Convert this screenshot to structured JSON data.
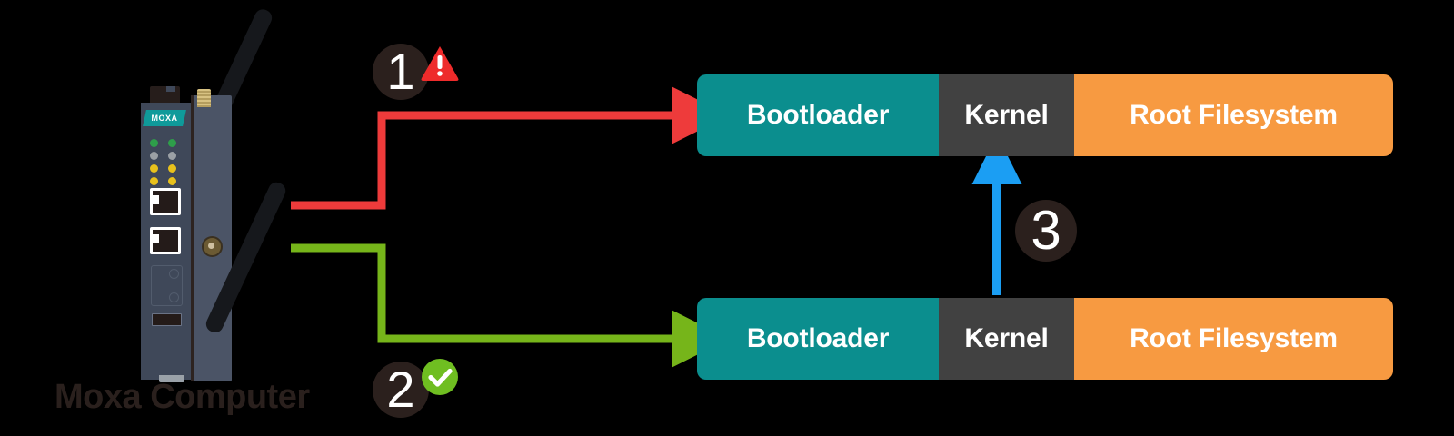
{
  "diagram": {
    "title_visible": false,
    "background_color": "#000000",
    "device_label": "Moxa Computer",
    "device_label_color": "#2a201d"
  },
  "device": {
    "brand_logo_text": "MOXA",
    "logo_color": "#0f9a9a",
    "leds": [
      {
        "row": 1,
        "left": "green",
        "right": "green"
      },
      {
        "row": 2,
        "left": "gray",
        "right": "gray"
      },
      {
        "row": 3,
        "left": "yellow",
        "right": "yellow"
      },
      {
        "row": 4,
        "left": "yellow",
        "right": "yellow"
      },
      {
        "row": 5,
        "left": "yellow",
        "right": "yellow"
      }
    ],
    "ports": [
      "rj45-ethernet-1",
      "rj45-ethernet-2",
      "sim-card-slot",
      "usb-port"
    ],
    "antennas": 2
  },
  "steps": [
    {
      "number": "1",
      "status": "warning",
      "status_icon": "warning-triangle-icon",
      "status_color": "#ee2b2b",
      "line_color": "#ee3b3b",
      "target": "firmware-row-top"
    },
    {
      "number": "2",
      "status": "success",
      "status_icon": "check-circle-icon",
      "status_color": "#6fbe21",
      "line_color": "#76b51a",
      "target": "firmware-row-bottom"
    },
    {
      "number": "3",
      "status": "recover",
      "status_icon": "up-arrow-icon",
      "status_color": "#1b9ef3",
      "line_color": "#1b9ef3",
      "target": "kernel-top"
    }
  ],
  "firmware_rows": [
    {
      "id": "firmware-row-top",
      "segments": [
        {
          "label": "Bootloader",
          "color": "#0b8e8e"
        },
        {
          "label": "Kernel",
          "color": "#414141"
        },
        {
          "label": "Root Filesystem",
          "color": "#f79a41"
        }
      ]
    },
    {
      "id": "firmware-row-bottom",
      "segments": [
        {
          "label": "Bootloader",
          "color": "#0b8e8e"
        },
        {
          "label": "Kernel",
          "color": "#414141"
        },
        {
          "label": "Root Filesystem",
          "color": "#f79a41"
        }
      ]
    }
  ]
}
